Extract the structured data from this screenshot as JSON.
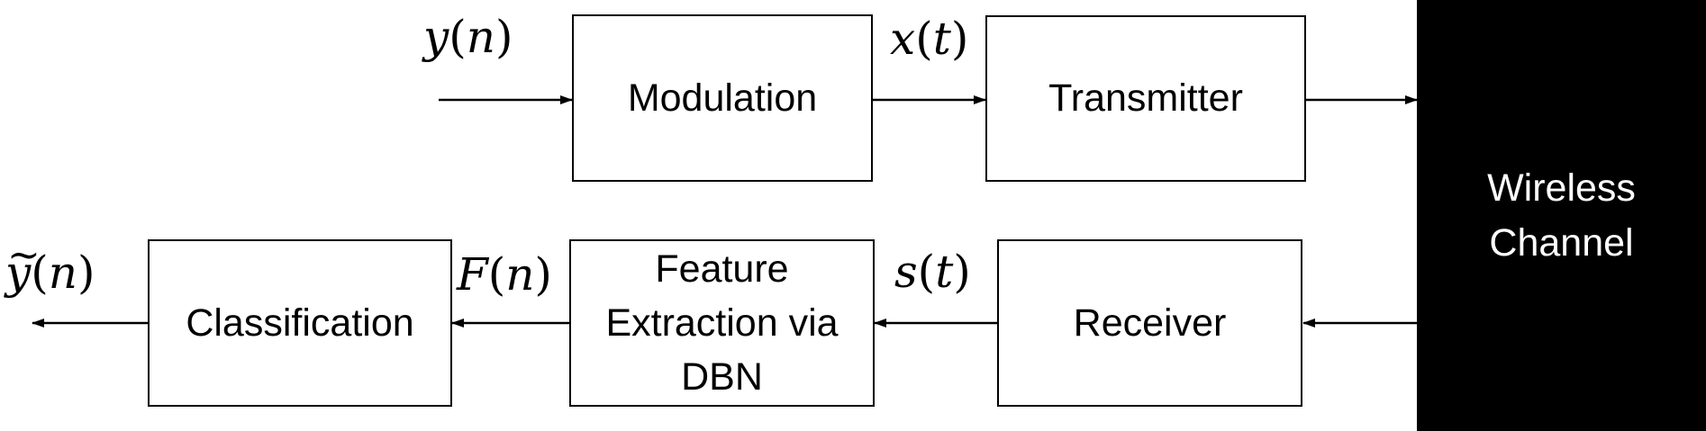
{
  "blocks": {
    "modulation": "Modulation",
    "transmitter": "Transmitter",
    "channel_line1": "Wireless",
    "channel_line2": "Channel",
    "receiver": "Receiver",
    "feature_line1": "Feature",
    "feature_line2": "Extraction via",
    "feature_line3": "DBN",
    "classification": "Classification"
  },
  "signals": {
    "input": {
      "var": "y",
      "arg": "n"
    },
    "modulated": {
      "var": "x",
      "arg": "t"
    },
    "received": {
      "var": "s",
      "arg": "t"
    },
    "features": {
      "var": "F",
      "arg": "n"
    },
    "output": {
      "var": "y",
      "arg": "n",
      "accent": "~"
    }
  },
  "colors": {
    "line": "#000000",
    "channel_fill": "#000000",
    "channel_text": "#ffffff"
  }
}
